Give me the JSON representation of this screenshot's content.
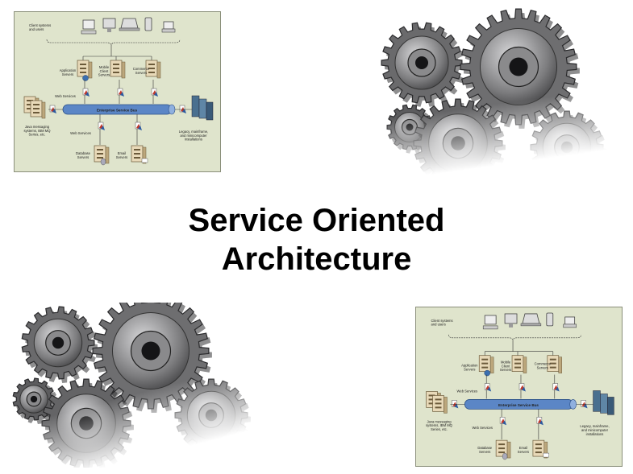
{
  "slide": {
    "title_line1": "Service Oriented",
    "title_line2": "Architecture"
  },
  "diagram": {
    "clients_label": [
      "Client systems",
      "and users"
    ],
    "app_servers": [
      "Application",
      "Servers"
    ],
    "mobile_servers": [
      "Mobile",
      "Client",
      "Servers"
    ],
    "commerce_servers": [
      "Commerce",
      "Servers"
    ],
    "web_services_top": "Web Services",
    "bus_label": "Enterprise Service Bus",
    "web_services_bottom": "Web Services",
    "java_label": [
      "Java messaging",
      "systems, IBM MQ",
      "Series, etc."
    ],
    "legacy_label": [
      "Legacy, mainframe,",
      "and minicomputer",
      "installations"
    ],
    "db_servers": [
      "Database",
      "Servers"
    ],
    "email_servers": [
      "Email",
      "Servers"
    ]
  },
  "colors": {
    "panel_bg": "#dfe4cc",
    "bus": "#5b86c6",
    "gear": "#6e6e70"
  }
}
